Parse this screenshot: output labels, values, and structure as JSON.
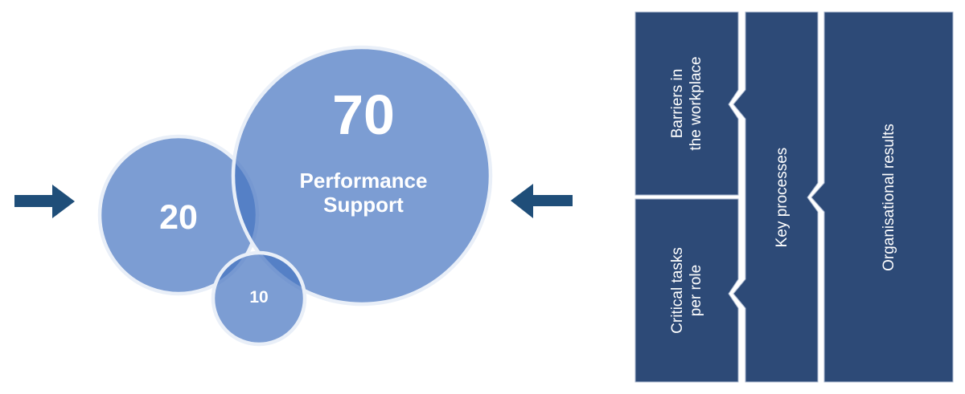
{
  "venn": {
    "fill_color": "#4473C0",
    "fill_opacity": "0.7",
    "stroke_color": "#E9EFF8",
    "circle_70": {
      "value": "70",
      "label_lines": [
        "Performance",
        "Support"
      ]
    },
    "circle_20": {
      "value": "20"
    },
    "circle_10": {
      "value": "10"
    }
  },
  "arrows": {
    "color": "#1F4E79",
    "left_arrow_direction": "right",
    "right_arrow_direction": "left"
  },
  "blocks": {
    "fill_color": "#2D4A77",
    "border_color": "#A8B6CE",
    "text_color": "#FFFFFF",
    "items": [
      {
        "id": "barriers-in-the-workplace",
        "lines": [
          "Barriers in",
          "the workplace"
        ]
      },
      {
        "id": "critical-tasks-per-role",
        "lines": [
          "Critical tasks",
          "per role"
        ]
      },
      {
        "id": "key-processes",
        "lines": [
          "Key processes"
        ]
      },
      {
        "id": "organisational-results",
        "lines": [
          "Organisational results"
        ]
      }
    ]
  }
}
